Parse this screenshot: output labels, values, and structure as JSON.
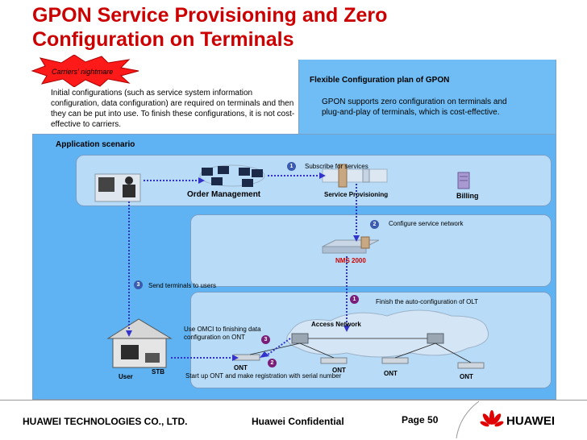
{
  "title": "GPON Service Provisioning and Zero Configuration on Terminals",
  "starburst_label": "Carriers' nightmare",
  "left_text": "Initial configurations (such as service system information configuration, data configuration)  are required on terminals and then they can be put into use. To finish these configurations, it is not cost-effective to carriers.",
  "right_heading": "Flexible Configuration plan of GPON",
  "right_text": "GPON supports zero configuration on terminals and plug-and-play of terminals, which is cost-effective.",
  "scenario_label": "Application scenario",
  "labels": {
    "order_management": "Order Management",
    "service_provisioning": "Service Provisioning",
    "billing": "Billing",
    "nms": "NMS  2000",
    "access_network": "Access Network",
    "user": "User",
    "stb": "STB",
    "ont": "ONT"
  },
  "steps": {
    "s1_num": "1",
    "s1_text": "Subscribe for services",
    "s2_num": "2",
    "s2_text": "Configure service network",
    "s3_num": "3",
    "s3_text": "Send terminals to users",
    "a1_num": "1",
    "a1_text": "Finish the auto-configuration of OLT",
    "a2_num": "2",
    "a2_text": "Start up ONT and make registration with serial number",
    "a3_num": "3",
    "a3_text": "Use OMCI to finishing data configuration on ONT"
  },
  "footer": {
    "company": "HUAWEI TECHNOLOGIES CO., LTD.",
    "confidential": "Huawei Confidential",
    "page": "Page 50",
    "brand": "HUAWEI"
  },
  "colors": {
    "title": "#cc0000",
    "panel": "#5fb3f2",
    "lane": "#b8dcf7",
    "badge_blue": "#3a5bb0",
    "badge_purple": "#7a1e7a",
    "nms": "#cc0000",
    "connector": "#3333cc"
  }
}
